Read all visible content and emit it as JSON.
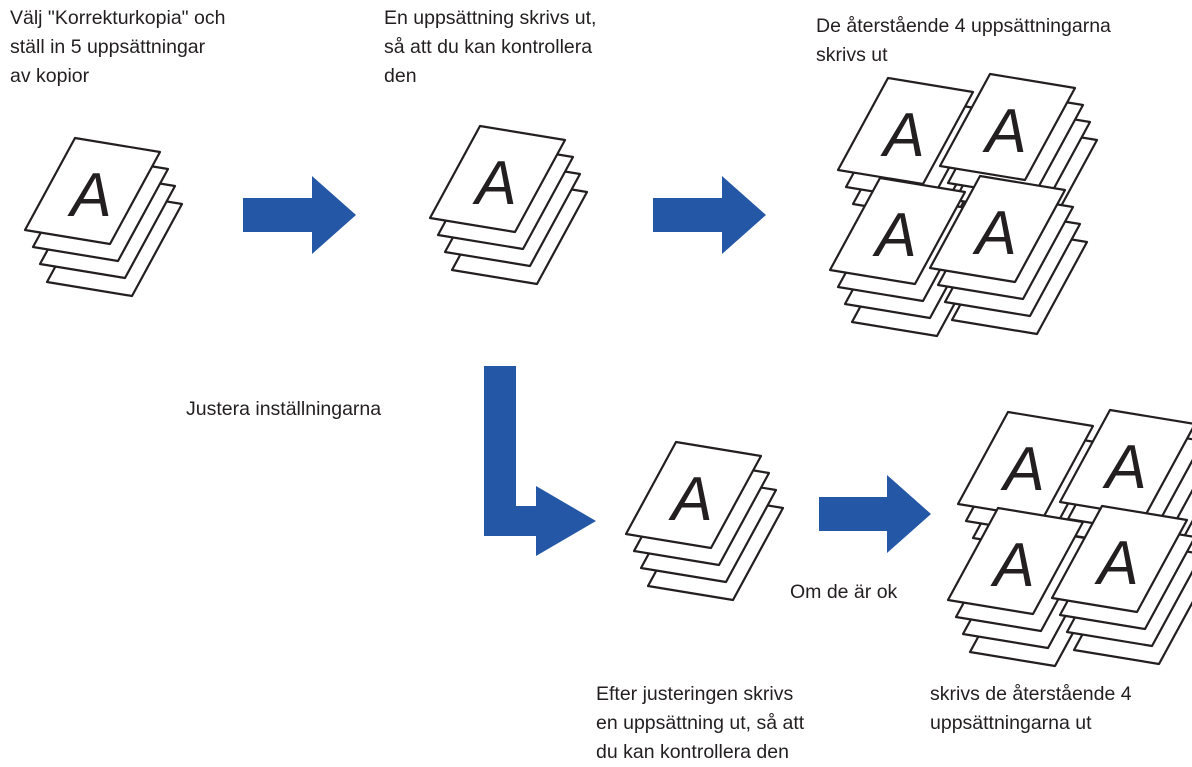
{
  "captions": {
    "step1": [
      "Välj \"Korrekturkopia\" och",
      "ställ in 5 uppsättningar",
      "av kopior"
    ],
    "step2": [
      "En uppsättning skrivs ut,",
      "så att du kan kontrollera",
      "den"
    ],
    "step3": [
      "De återstående 4 uppsättningarna",
      "skrivs ut"
    ],
    "adjust": [
      "Justera inställningarna"
    ],
    "ok": [
      "Om de är ok"
    ],
    "step4": [
      "Efter justeringen skrivs",
      "en uppsättning ut, så att",
      "du kan kontrollera den"
    ],
    "step5": [
      "skrivs de återstående 4",
      "uppsättningarna ut"
    ]
  },
  "page_letter": "A",
  "colors": {
    "arrow": "#2457a6",
    "paper": "#ffffff",
    "ink": "#231f20"
  }
}
